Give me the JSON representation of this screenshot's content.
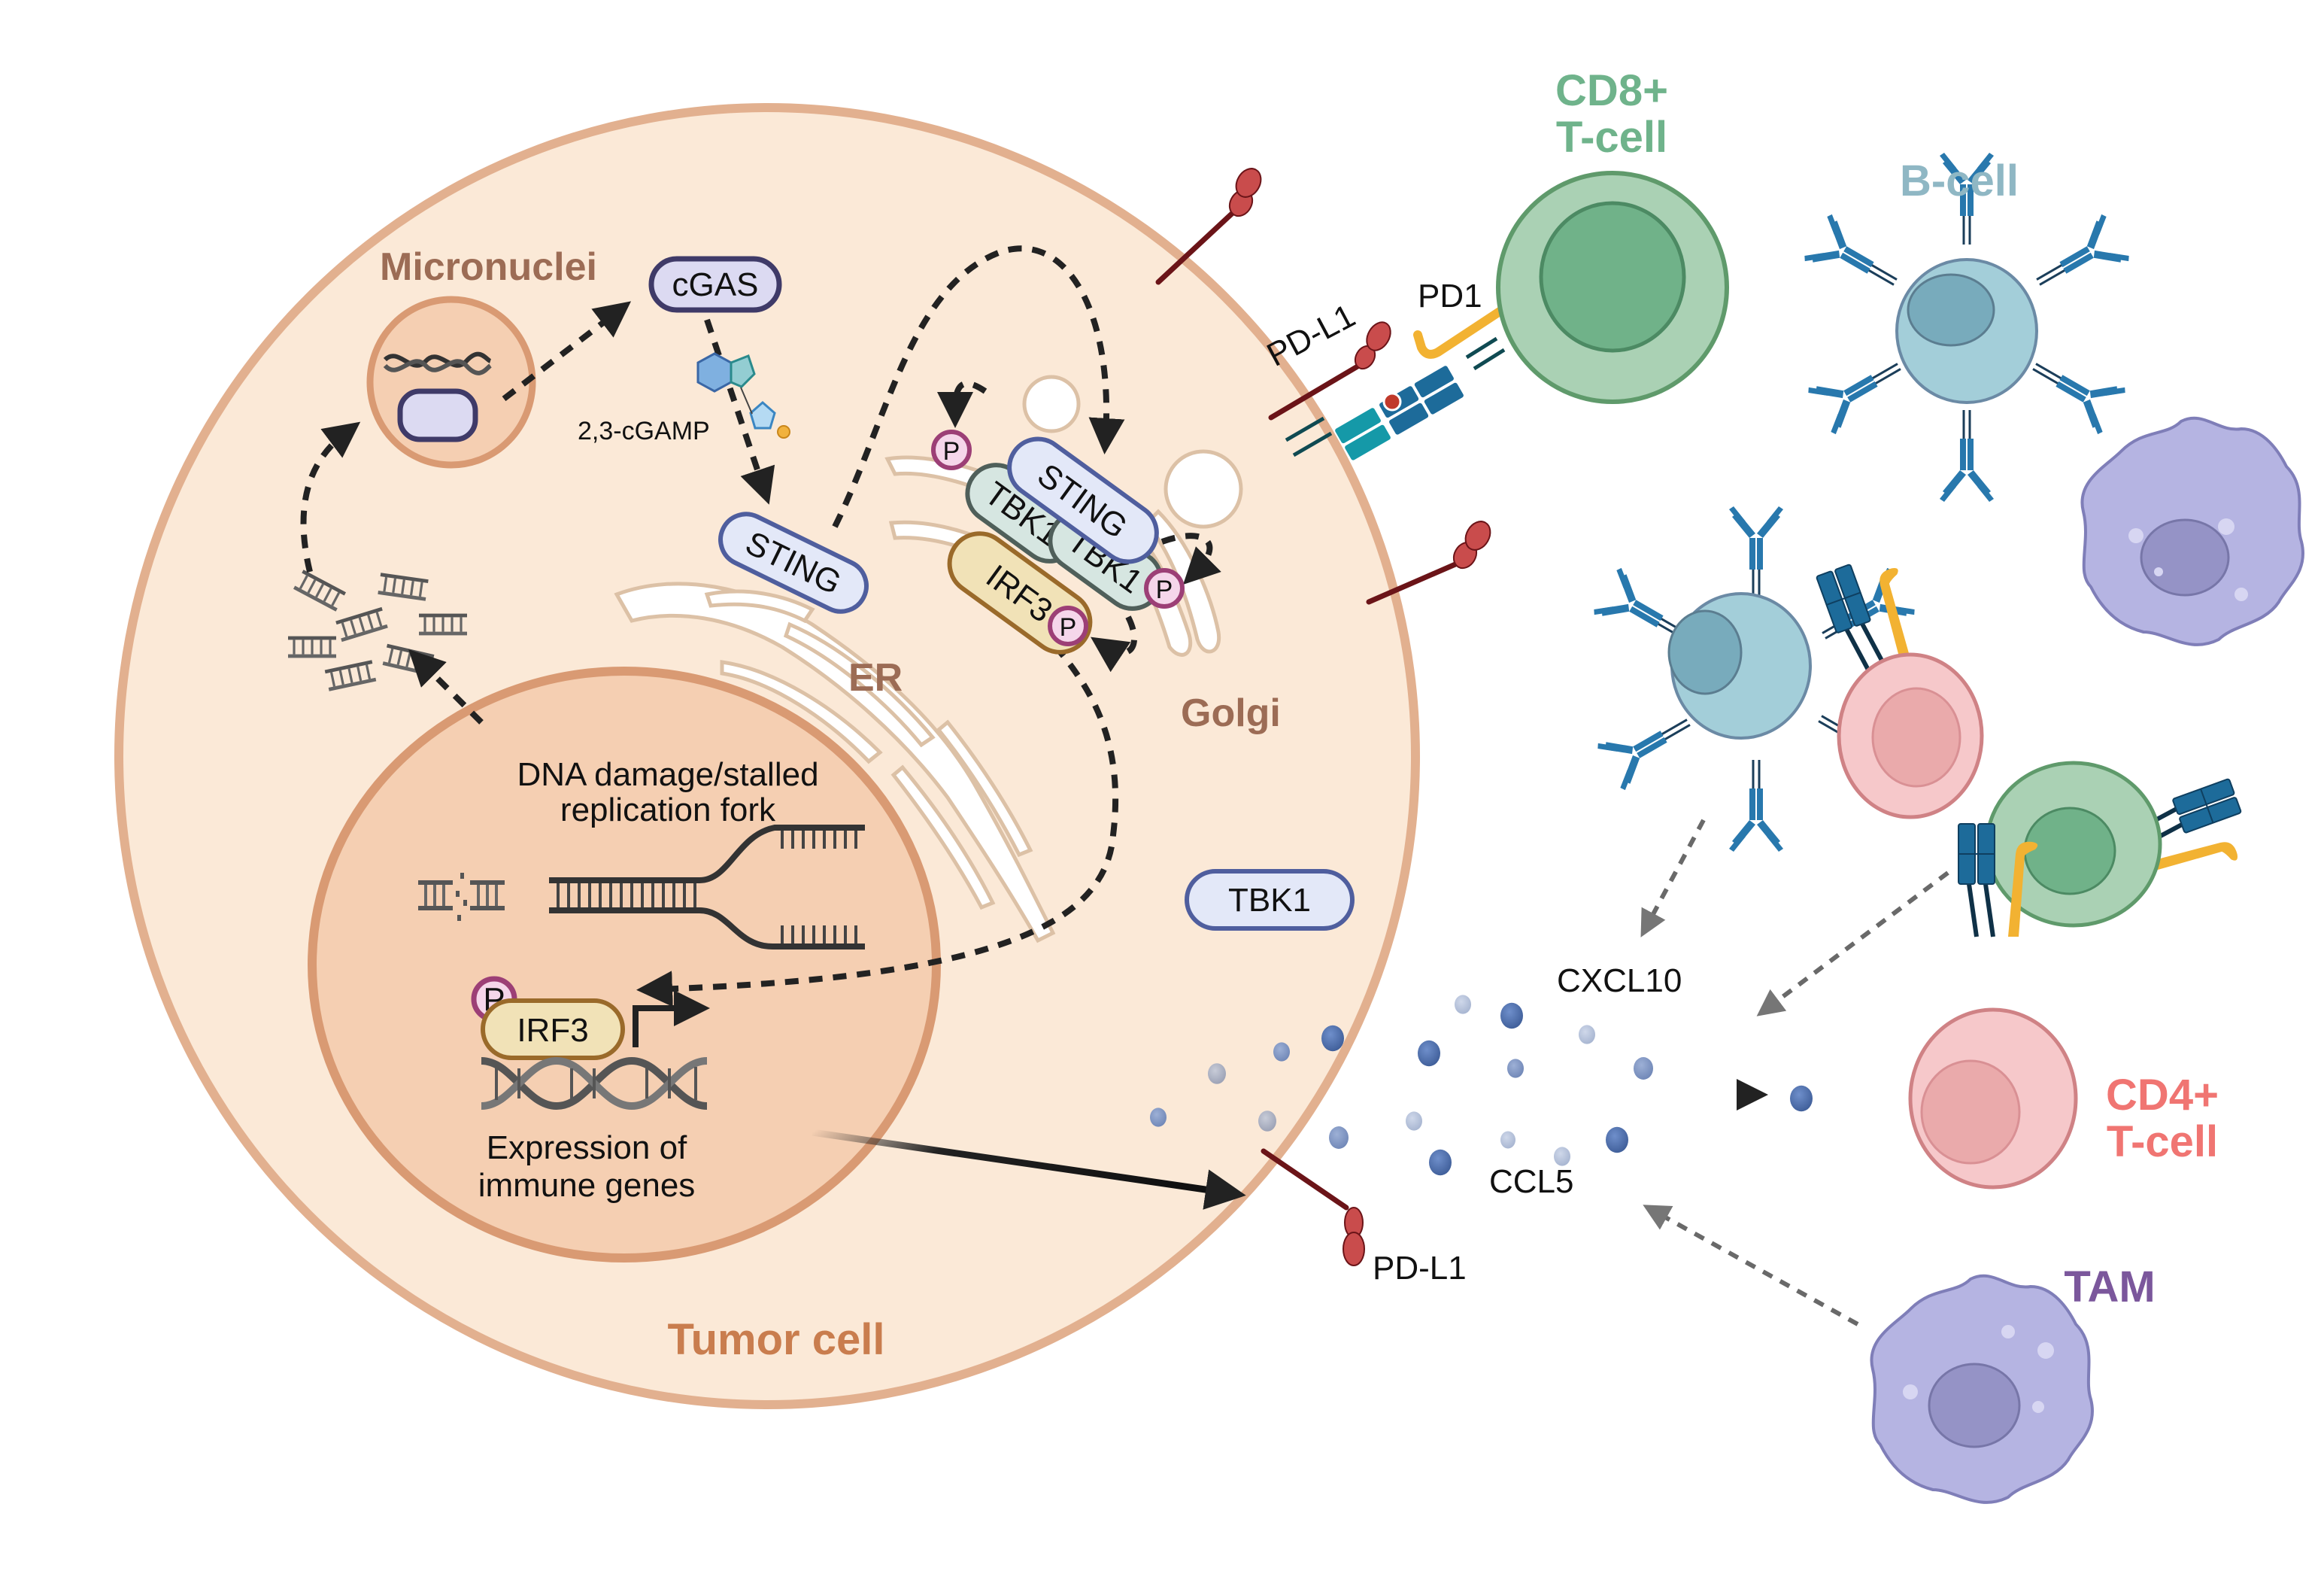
{
  "labels": {
    "tumor_cell": "Tumor cell",
    "micronuclei": "Micronuclei",
    "er": "ER",
    "golgi": "Golgi",
    "cgas": "cGAS",
    "cgamp": "2,3-cGAMP",
    "sting_er": "STING",
    "sting_golgi": "STING",
    "tbk1_a": "TBK1",
    "tbk1_b": "TBK1",
    "irf3_golgi": "IRF3",
    "tbk1_free": "TBK1",
    "dna_damage": [
      "DNA damage/stalled",
      "replication fork"
    ],
    "irf3_nucleus": "IRF3",
    "expression": [
      "Expression of",
      "immune genes"
    ],
    "phospho": "P",
    "pdl1_top": "PD-L1",
    "pd1": "PD1",
    "pdl1_bottom": "PD-L1",
    "cxcl10": "CXCL10",
    "ccl5": "CCL5"
  },
  "immune_cells": {
    "cd8": [
      "CD8+",
      "T-cell"
    ],
    "bcell": "B-cell",
    "cd4": [
      "CD4+",
      "T-cell"
    ],
    "tam": "TAM"
  },
  "colors": {
    "tumor_fill": "#fbe9d7",
    "tumor_stroke": "#e2b08f",
    "nucleus_fill": "#f5cfb2",
    "nucleus_stroke": "#d99a73",
    "sting_fill": "#e3e8f8",
    "sting_stroke": "#4f5e9e",
    "tbk1_fill": "#d6e6e1",
    "tbk1_stroke": "#4f5f5a",
    "irf3_fill": "#f1e2b7",
    "irf3_stroke": "#9a6a2a",
    "phospho_fill": "#f5d6ea",
    "phospho_stroke": "#9c3f76",
    "cgas_fill": "#dcdaf2",
    "cgas_stroke": "#3f3a68",
    "cd8_color": "#6fb38b",
    "bcell_color": "#8fb7c4",
    "cd4_color": "#f07572",
    "tam_color": "#7b579c",
    "pdl1_red": "#c94c4c",
    "pdl1_stem": "#6b1418",
    "pd1_yellow": "#f2b232",
    "tcr_blue": "#1d6b9a",
    "chemokine_dark": "#4a6aa6",
    "chemokine_light": "#b2c0d9"
  }
}
